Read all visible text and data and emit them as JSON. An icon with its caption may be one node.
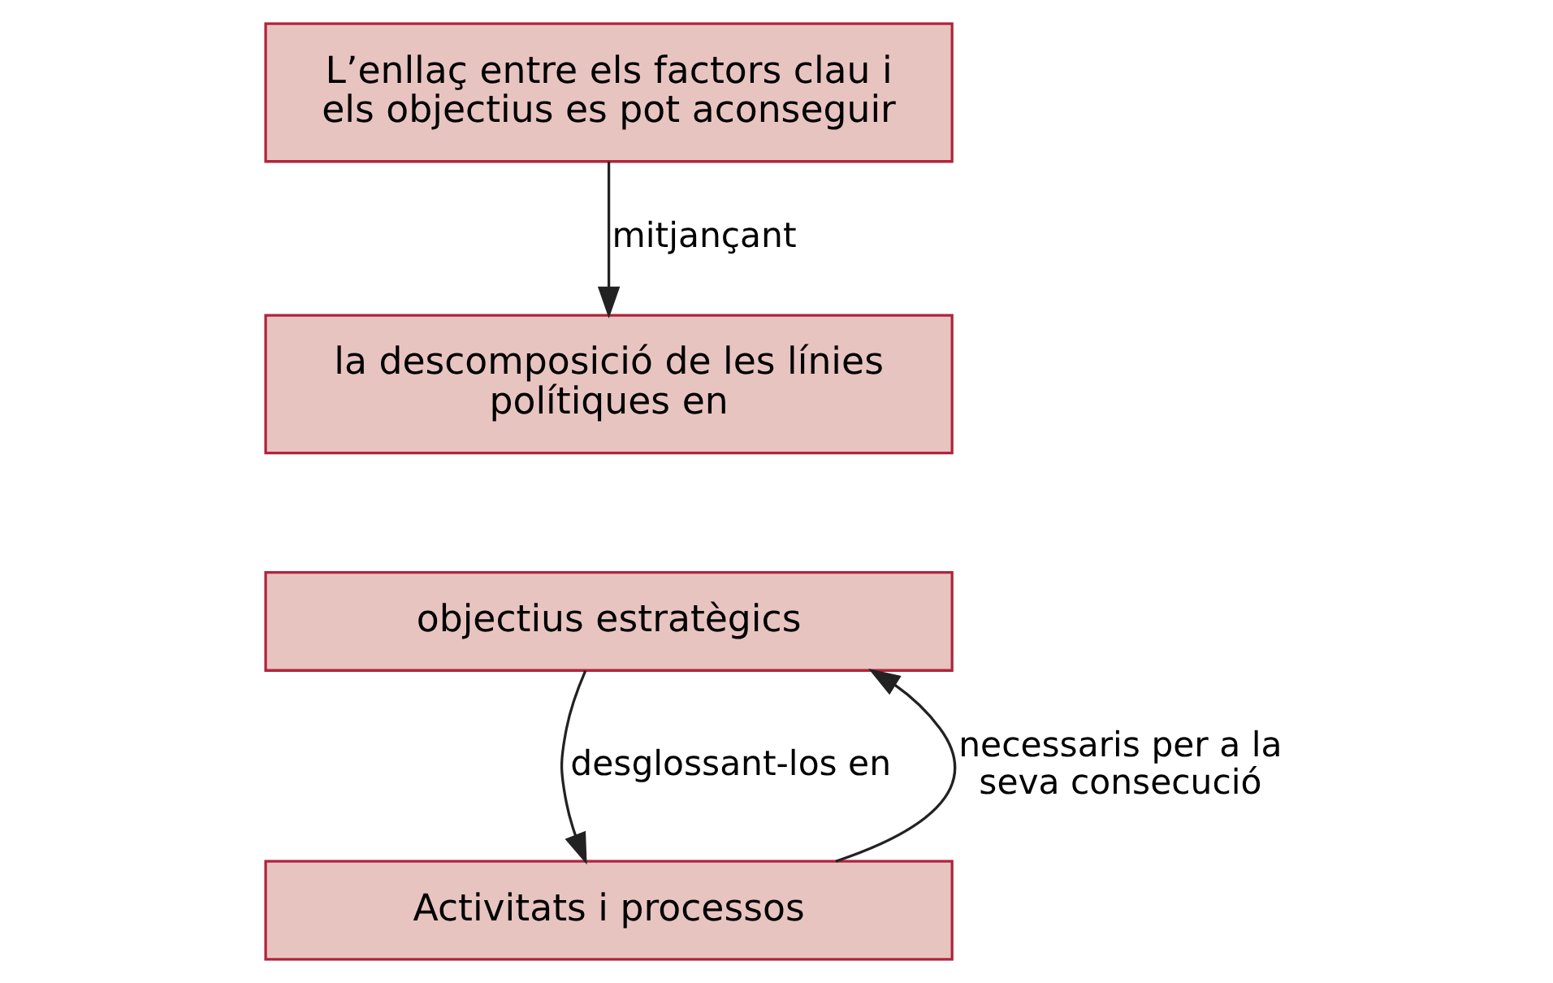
{
  "diagram": {
    "nodes": [
      {
        "text": [
          "L’enllaç entre els factors clau i els objectius es pot aconseguir"
        ]
      },
      {
        "text": [
          "la descomposició de les línies polítiques en"
        ]
      },
      {
        "text": [
          "objectius estratègics"
        ]
      },
      {
        "text": [
          "Activitats i processos"
        ]
      }
    ],
    "edges": [
      {
        "from": 0,
        "to": 1,
        "arrow": "to",
        "label": "mitjançant"
      },
      {
        "from": 2,
        "to": 3,
        "arrow": "to",
        "label": "desglossant-los en"
      },
      {
        "from": 3,
        "to": 2,
        "arrow": "to",
        "label": "necessaris per a la seva consecució"
      }
    ]
  }
}
